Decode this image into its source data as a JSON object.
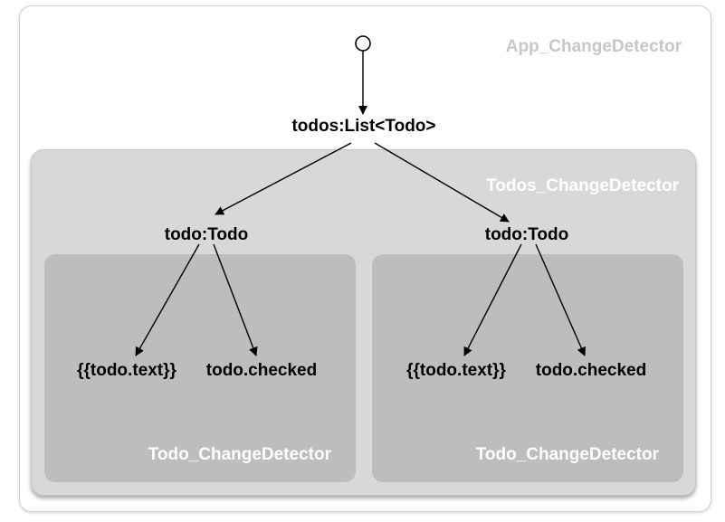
{
  "containers": {
    "app": {
      "title": "App_ChangeDetector"
    },
    "todos": {
      "title": "Todos_ChangeDetector"
    },
    "todo_left": {
      "title": "Todo_ChangeDetector"
    },
    "todo_right": {
      "title": "Todo_ChangeDetector"
    }
  },
  "nodes": {
    "root": {
      "label": "todos:List<Todo>"
    },
    "todo_left": {
      "label": "todo:Todo"
    },
    "todo_right": {
      "label": "todo:Todo"
    },
    "text_left": {
      "label": "{{todo.text}}"
    },
    "checked_left": {
      "label": "todo.checked"
    },
    "text_right": {
      "label": "{{todo.text}}"
    },
    "checked_right": {
      "label": "todo.checked"
    }
  },
  "edges": [
    {
      "from": "start",
      "to": "root"
    },
    {
      "from": "root",
      "to": "todo_left"
    },
    {
      "from": "root",
      "to": "todo_right"
    },
    {
      "from": "todo_left",
      "to": "text_left"
    },
    {
      "from": "todo_left",
      "to": "checked_left"
    },
    {
      "from": "todo_right",
      "to": "text_right"
    },
    {
      "from": "todo_right",
      "to": "checked_right"
    }
  ],
  "colors": {
    "edge": "#000000",
    "app_box": "#ffffff",
    "todos_box": "#d8d8d8",
    "todo_box": "#bdbdbd"
  }
}
